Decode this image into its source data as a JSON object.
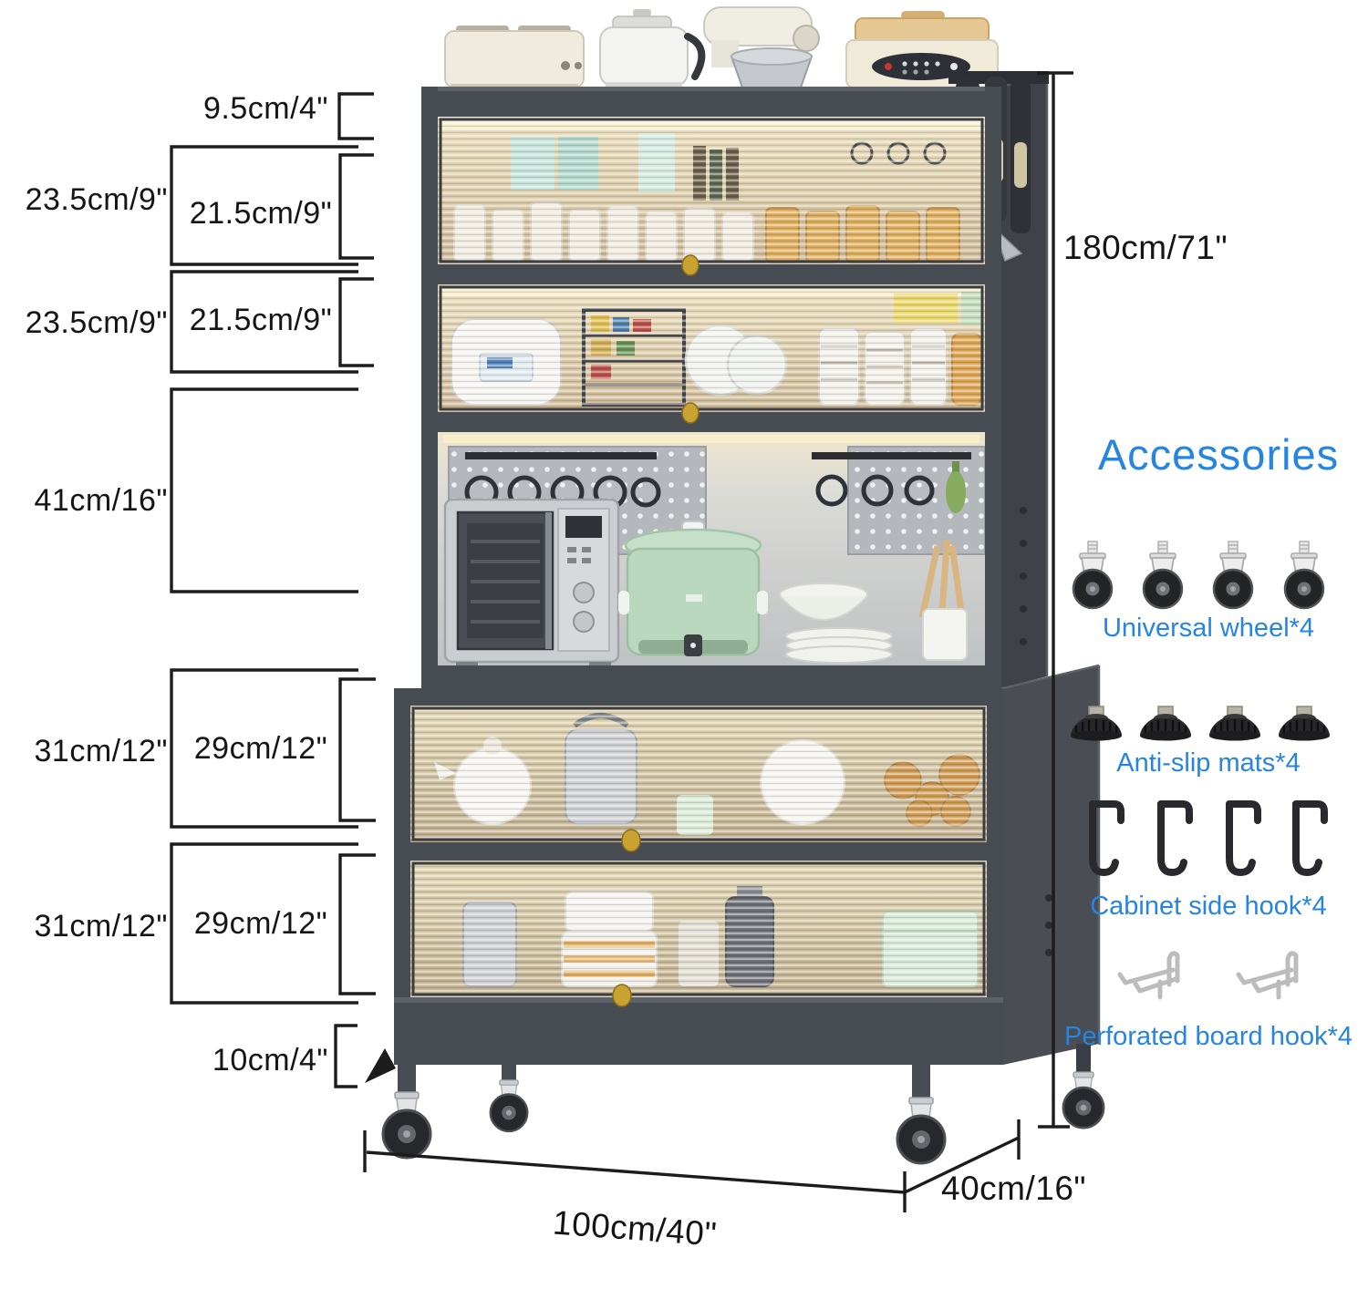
{
  "annotations": {
    "top_shelf_height": "9.5cm/4\"",
    "sections": [
      {
        "outer": "23.5cm/9\"",
        "inner": "21.5cm/9\""
      },
      {
        "outer": "23.5cm/9\"",
        "inner": "21.5cm/9\""
      },
      {
        "outer": "41cm/16\"",
        "inner": ""
      },
      {
        "outer": "31cm/12\"",
        "inner": "29cm/12\""
      },
      {
        "outer": "31cm/12\"",
        "inner": "29cm/12\""
      }
    ],
    "ground_clearance": "10cm/4\"",
    "total_height": "180cm/71\"",
    "width": "100cm/40\"",
    "depth": "40cm/16\""
  },
  "accessories": {
    "title": "Accessories",
    "items": [
      {
        "name": "universal-wheel",
        "label": "Universal wheel*4"
      },
      {
        "name": "anti-slip-mat",
        "label": "Anti-slip mats*4"
      },
      {
        "name": "cabinet-side-hook",
        "label": "Cabinet side hook*4"
      },
      {
        "name": "perforated-board-hook",
        "label": "Perforated board hook*4"
      }
    ]
  },
  "colors": {
    "accent_blue": "#2585e0",
    "dimension_line": "#1c1c1c",
    "cabinet_gray": "#474b52",
    "knob_gold": "#c8a331",
    "background": "#ffffff"
  }
}
